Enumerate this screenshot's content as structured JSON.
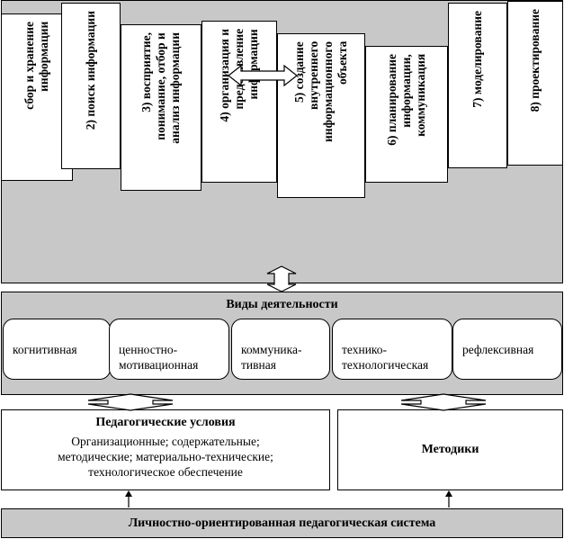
{
  "columns": [
    {
      "label": "сбор и хранение\nинформации"
    },
    {
      "label": "2) поиск информации"
    },
    {
      "label": "3) восприятие,\nпонимание, отбор и\nанализ информации"
    },
    {
      "label": "4) организация и\nпредставление\nинформации"
    },
    {
      "label": "5) создание\nвнутреннего\nинформационного\nобъекта"
    },
    {
      "label": "6) планирование\nинформации,\nкоммуникация"
    },
    {
      "label": "7) моделирование"
    },
    {
      "label": "8) проектирование"
    }
  ],
  "activities": {
    "title": "Виды деятельности",
    "items": [
      {
        "label": "когнитивная"
      },
      {
        "label": "ценностно-\nмотивационная"
      },
      {
        "label": "коммуника-\nтивная"
      },
      {
        "label": "технико-\nтехнологическая"
      },
      {
        "label": "рефлексивная"
      }
    ]
  },
  "conditions": {
    "title": "Педагогические условия",
    "body": "Организационные; содержательные;\nметодические; материально-технические;\nтехнологическое обеспечение"
  },
  "methods": {
    "title": "Методики"
  },
  "system": {
    "title": "Личностно-ориентированная педагогическая система"
  }
}
